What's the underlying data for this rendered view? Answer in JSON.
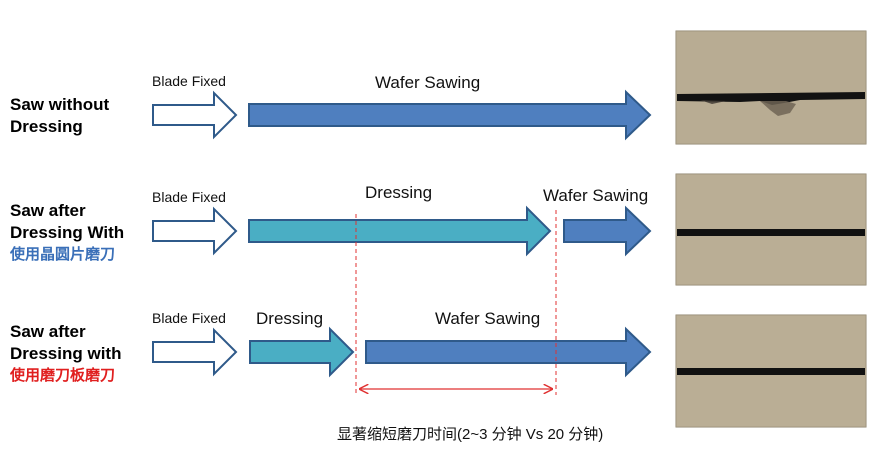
{
  "rows": [
    {
      "label_line1": "Saw without",
      "label_line2": "Dressing",
      "blade_fixed": "Blade Fixed",
      "steps": [
        "Wafer Sawing"
      ]
    },
    {
      "label_line1": "Saw after",
      "label_line2": "Dressing With",
      "label_cn": "使用晶圆片磨刀",
      "blade_fixed": "Blade Fixed",
      "steps": [
        "Dressing",
        "Wafer Sawing"
      ]
    },
    {
      "label_line1": "Saw after",
      "label_line2": "Dressing with",
      "label_cn": "使用磨刀板磨刀",
      "blade_fixed": "Blade Fixed",
      "steps": [
        "Dressing",
        "Wafer Sawing"
      ]
    }
  ],
  "note": "显著缩短磨刀时间(2~3 分钟 Vs 20 分钟)",
  "colors": {
    "wafer_sawing_arrow": "#4f7fbf",
    "dressing_arrow": "#4aaec4",
    "arrow_border": "#2f5a8a",
    "cn_label_row2": "#3a6fb8",
    "cn_label_row3": "#e01f1f",
    "dashed_line": "#e03030"
  },
  "photos": [
    {
      "name": "cut-result-photo-with-chipping"
    },
    {
      "name": "cut-result-photo-clean"
    },
    {
      "name": "cut-result-photo-clean"
    }
  ]
}
